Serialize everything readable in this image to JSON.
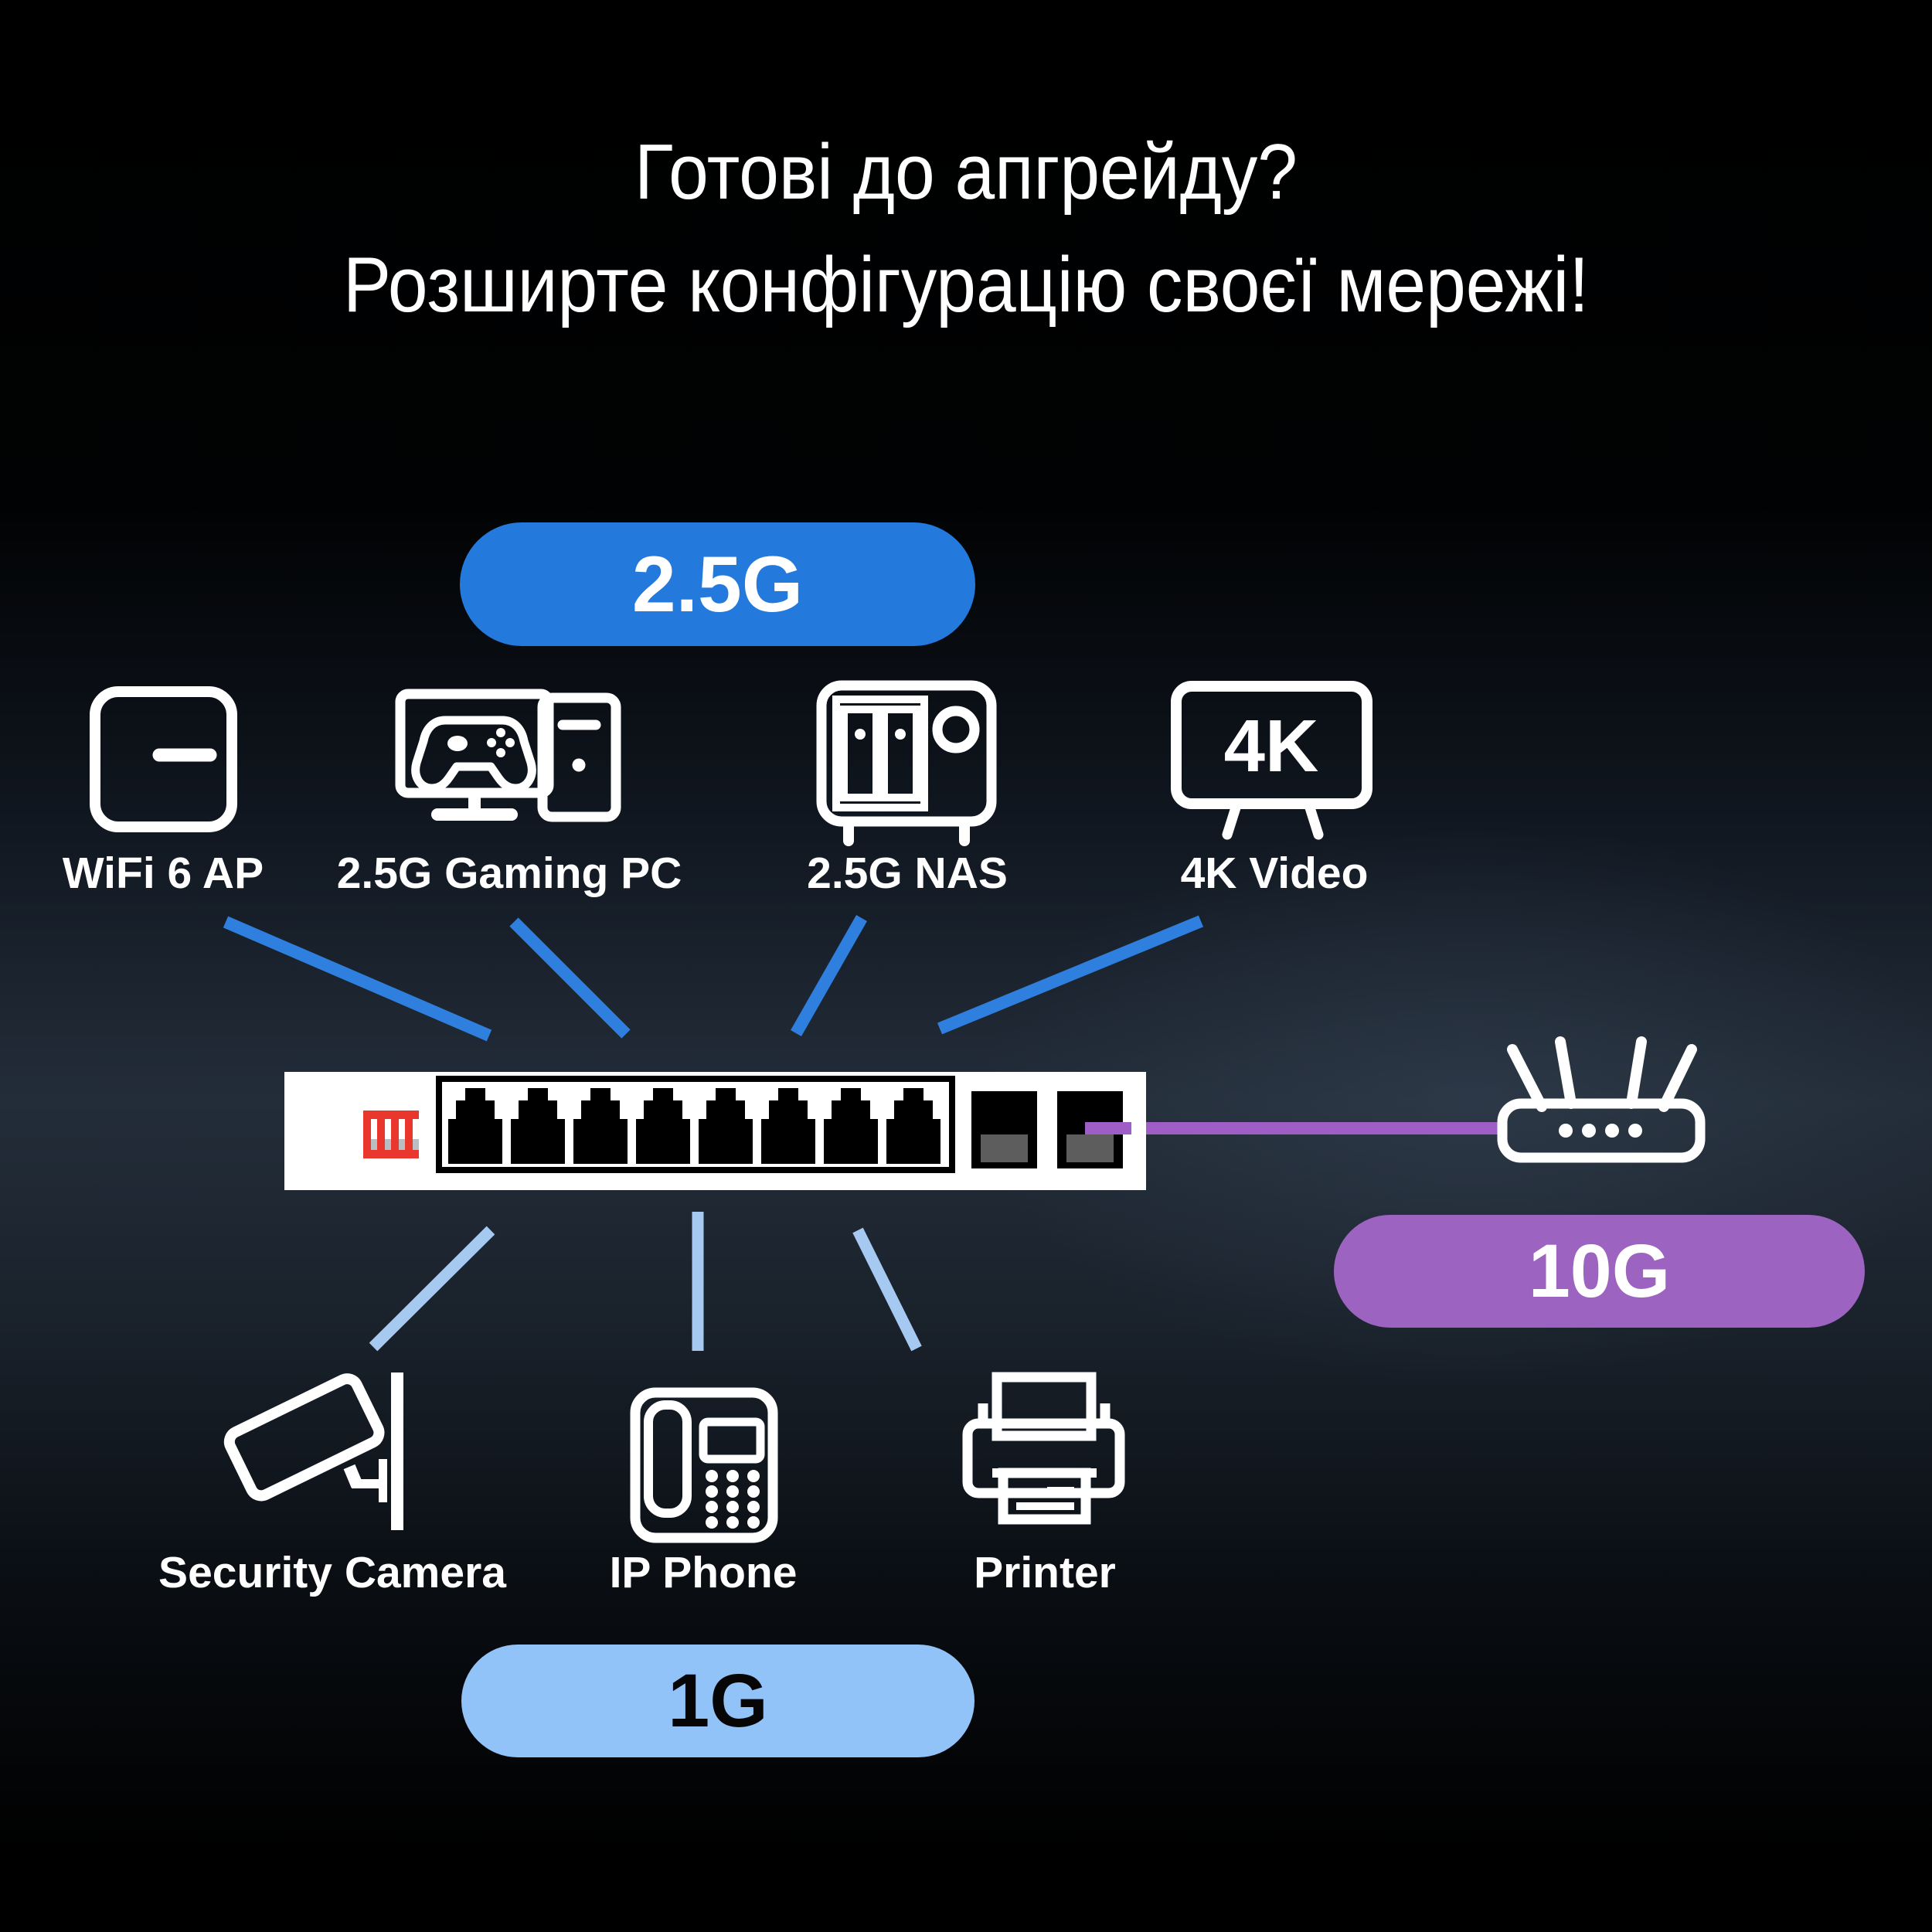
{
  "title": {
    "line1": "Готові до апгрейду?",
    "line2": "Розширте конфігурацію своєї мережі!"
  },
  "speed_badges": {
    "top": {
      "label": "2.5G"
    },
    "right": {
      "label": "10G"
    },
    "bottom": {
      "label": "1G"
    }
  },
  "top_devices": [
    {
      "label": "WiFi 6 AP"
    },
    {
      "label": "2.5G Gaming PC"
    },
    {
      "label": "2.5G NAS"
    },
    {
      "label": "4K Video"
    }
  ],
  "bottom_devices": [
    {
      "label": "Security Camera"
    },
    {
      "label": "IP Phone"
    },
    {
      "label": "Printer"
    }
  ],
  "tv_screen_text": "4K",
  "colors": {
    "top_link": "#2e7fde",
    "bottom_link": "#a6c9f1",
    "uplink_cable": "#9f5ec6",
    "badge_top": "#2379dc",
    "badge_right": "#9c64c0",
    "badge_bottom": "#92c3f8",
    "dip_red": "#ea372d",
    "sfp_slot_gray": "#5d5d5d"
  }
}
